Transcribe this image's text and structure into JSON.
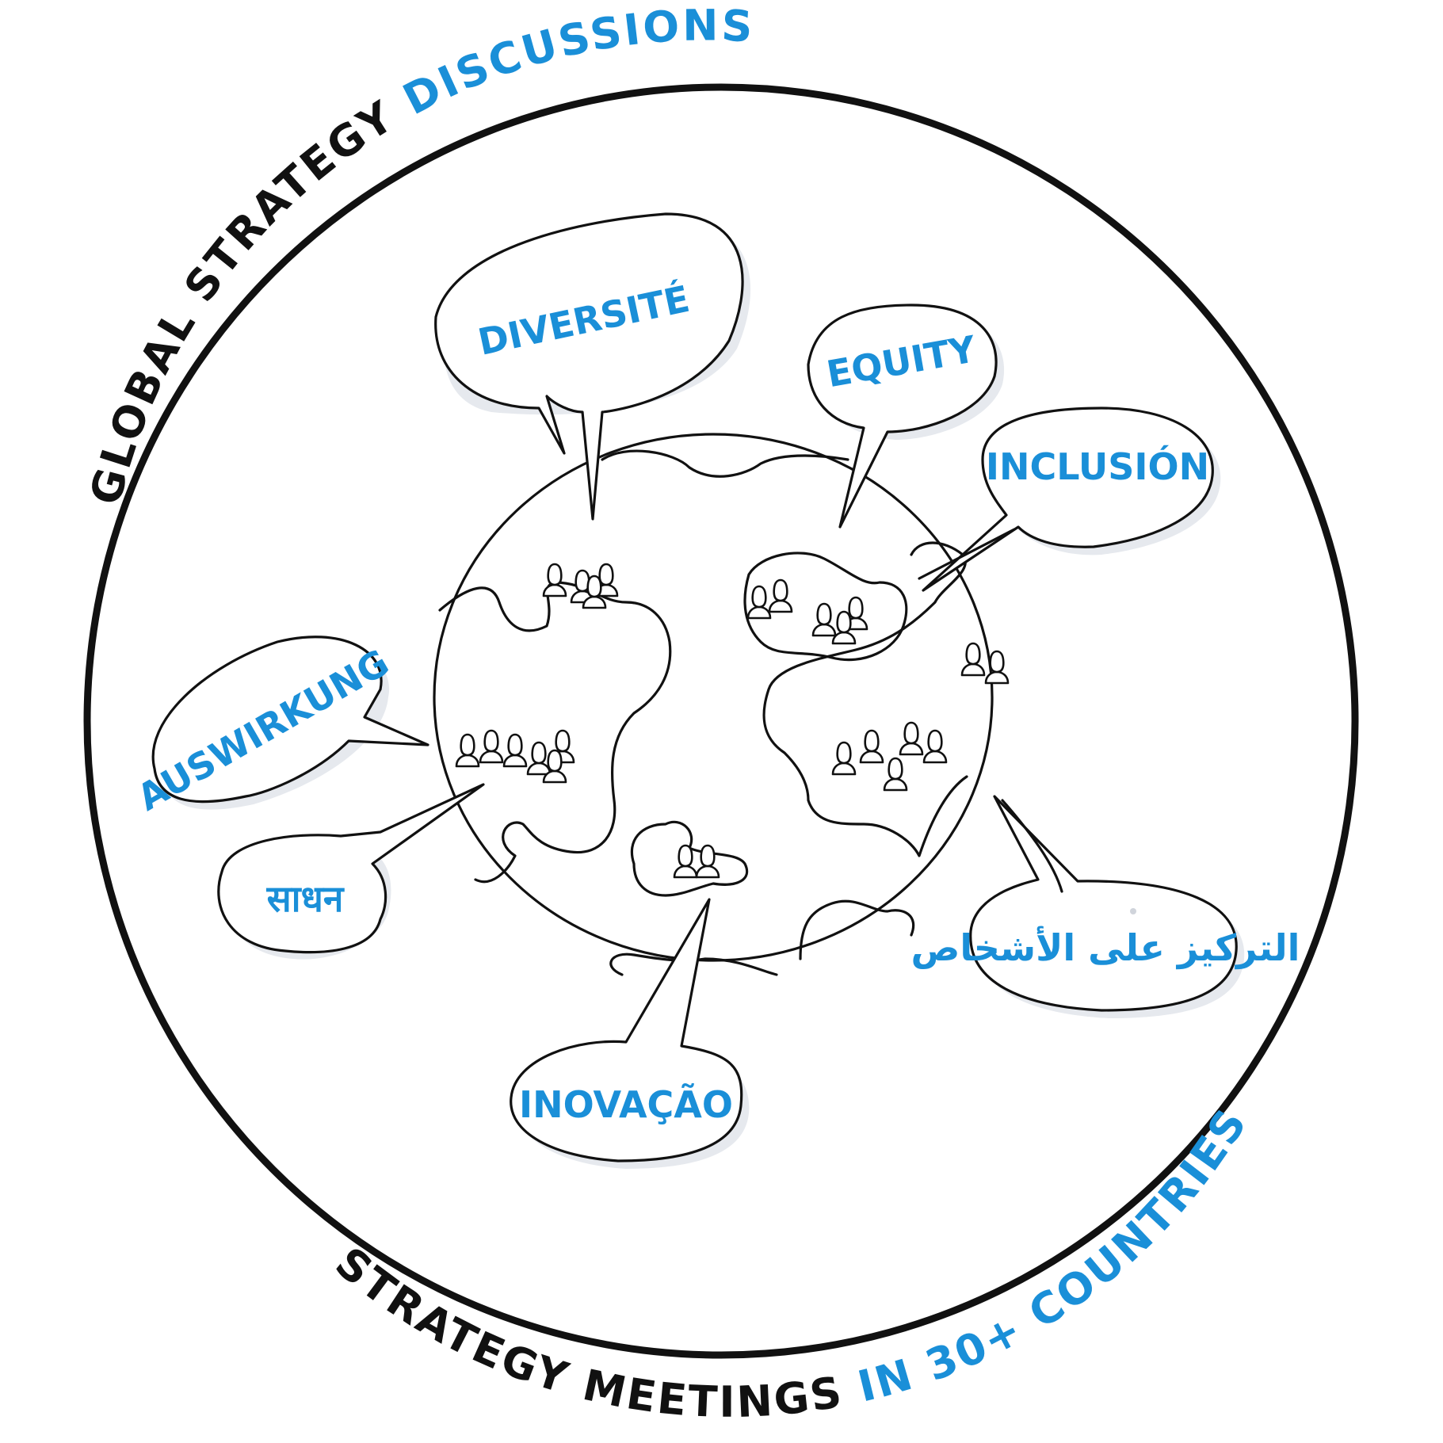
{
  "header_arc": {
    "part1": "GLOBAL STRATEGY ",
    "part2": "DISCUSSIONS"
  },
  "footer_arc": {
    "part1": "STRATEGY MEETINGS ",
    "part2": "IN 30+ COUNTRIES"
  },
  "bubbles": {
    "diversite": "DIVERSITÉ",
    "equity": "EQUITY",
    "inclusion": "INCLUSIÓN",
    "auswirkung": "AUSWIRKUNG",
    "sadhan": "साधन",
    "arabic": "التركيز على الأشخاص",
    "inovacao": "INOVAÇÃO"
  },
  "colors": {
    "ink": "#111111",
    "accent": "#1a8fd8",
    "shadow": "#e6e9ee"
  }
}
